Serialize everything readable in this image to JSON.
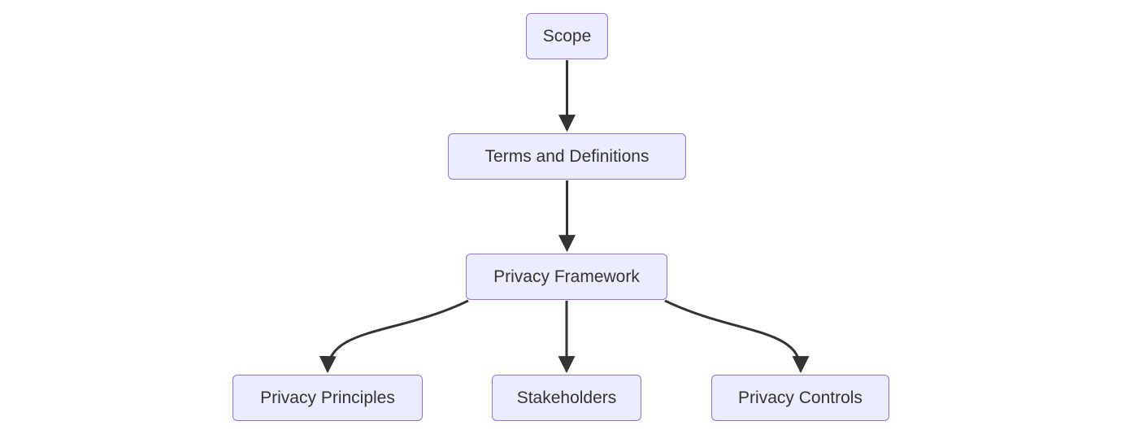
{
  "diagram": {
    "type": "flowchart",
    "direction": "top-down",
    "nodes": [
      {
        "id": "scope",
        "label": "Scope"
      },
      {
        "id": "terms",
        "label": "Terms and Definitions"
      },
      {
        "id": "framework",
        "label": "Privacy Framework"
      },
      {
        "id": "principles",
        "label": "Privacy Principles"
      },
      {
        "id": "stakeholders",
        "label": "Stakeholders"
      },
      {
        "id": "controls",
        "label": "Privacy Controls"
      }
    ],
    "edges": [
      {
        "from": "Scope",
        "to": "Terms and Definitions"
      },
      {
        "from": "Terms and Definitions",
        "to": "Privacy Framework"
      },
      {
        "from": "Privacy Framework",
        "to": "Privacy Principles"
      },
      {
        "from": "Privacy Framework",
        "to": "Stakeholders"
      },
      {
        "from": "Privacy Framework",
        "to": "Privacy Controls"
      }
    ],
    "colors": {
      "node_fill": "#ECECFF",
      "node_border": "#9370DB",
      "node_text": "#333333",
      "edge": "#333333",
      "background": "#FFFFFF"
    }
  }
}
